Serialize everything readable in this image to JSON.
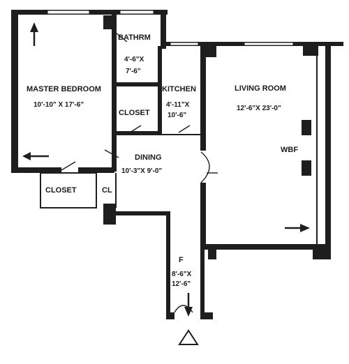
{
  "rooms": {
    "master_bedroom": {
      "name": "MASTER BEDROOM",
      "dims": "10'-10\" X 17'-6\""
    },
    "bathroom": {
      "name": "BATHRM",
      "dims_w": "4'-6\"X",
      "dims_h": "7'-6\""
    },
    "kitchen": {
      "name": "KITCHEN",
      "dims_w": "4'-11\"X",
      "dims_h": "10'-6\""
    },
    "closet_main": {
      "name": "CLOSET"
    },
    "closet_bedroom": {
      "name": "CLOSET"
    },
    "cl": {
      "name": "CL"
    },
    "dining": {
      "name": "DINING",
      "dims": "10'-3\"X 9'-0\""
    },
    "living_room": {
      "name": "LIVING ROOM",
      "dims": "12'-6\"X 23'-0\""
    },
    "wbf": {
      "name": "WBF"
    },
    "foyer": {
      "name": "F",
      "dims_w": "8'-6\"X",
      "dims_h": "12'-6\""
    }
  }
}
